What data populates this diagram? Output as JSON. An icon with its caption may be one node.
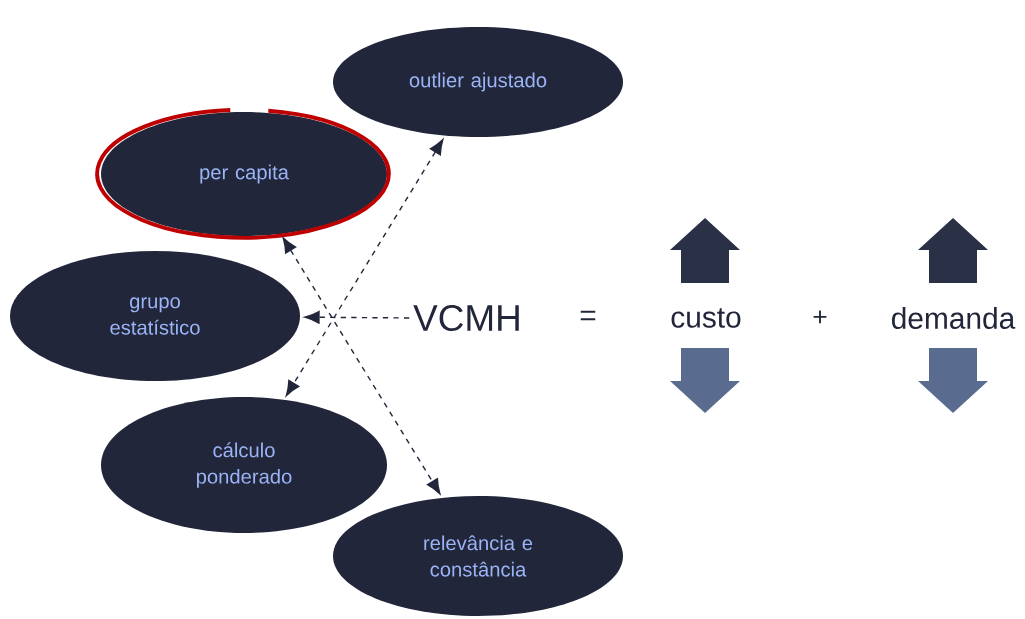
{
  "diagram": {
    "nodes": [
      {
        "text": [
          "outlier ajustado"
        ]
      },
      {
        "text": [
          "per capita"
        ]
      },
      {
        "text": [
          "grupo estatístico"
        ]
      },
      {
        "text": [
          "cálculo ponderado"
        ]
      },
      {
        "text": [
          "relevância e constância"
        ]
      },
      {
        "text": [
          "VCMH"
        ]
      }
    ],
    "edges": [
      {
        "from": 1,
        "to": 4,
        "arrow": "both",
        "style": "dashed"
      },
      {
        "from": 0,
        "to": 3,
        "arrow": "both",
        "style": "dashed"
      },
      {
        "from": 5,
        "to": 2,
        "arrow": "to",
        "style": "dashed"
      }
    ],
    "labels": [
      "=",
      "custo",
      "+",
      "demanda"
    ]
  }
}
